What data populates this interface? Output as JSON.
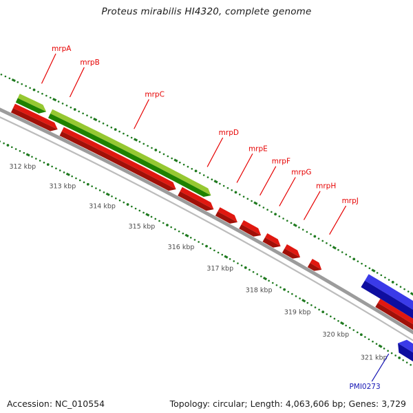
{
  "title": "Proteus mirabilis HI4320, complete genome",
  "status_bar": {
    "accession": "Accession: NC_010554",
    "summary": "Topology: circular; Length: 4,063,606 bp; Genes: 3,729"
  },
  "colors": {
    "background": "#ffffff",
    "gene_label": "#e60000",
    "locus_label": "#1414b4",
    "scale_label": "#4d4d4d",
    "tick": "#1f7a1f",
    "backbone": "#9c9c9c",
    "backbone_inner": "#bcbcbc",
    "green_top": "#96c832",
    "green_bottom": "#1e8200",
    "red_top": "#e01810",
    "red_bottom": "#a01008",
    "blue_top": "#3a3ae8",
    "blue_bottom": "#0e0ea0"
  },
  "chart_data": {
    "type": "genome-map-arc",
    "title": "Proteus mirabilis HI4320, complete genome",
    "accession": "NC_010554",
    "topology": "circular",
    "length_bp": "4,063,606",
    "gene_count": "3,729",
    "scale_unit": "kbp",
    "visible_range_kbp": [
      310.5,
      322.8
    ],
    "scale_ticks": [
      {
        "t": 312,
        "label": "312 kbp"
      },
      {
        "t": 313,
        "label": "313 kbp"
      },
      {
        "t": 314,
        "label": "314 kbp"
      },
      {
        "t": 315,
        "label": "315 kbp"
      },
      {
        "t": 316,
        "label": "316 kbp"
      },
      {
        "t": 317,
        "label": "317 kbp"
      },
      {
        "t": 318,
        "label": "318 kbp"
      },
      {
        "t": 319,
        "label": "319 kbp"
      },
      {
        "t": 320,
        "label": "320 kbp"
      },
      {
        "t": 321,
        "label": "321 kbp"
      }
    ],
    "features": [
      {
        "id": "green-1",
        "track": "green",
        "start": 311.25,
        "end": 311.95,
        "arrow": true,
        "dir": 1
      },
      {
        "id": "green-2",
        "track": "green",
        "start": 312.05,
        "end": 316.05,
        "arrow": true,
        "dir": 1
      },
      {
        "id": "red-1",
        "track": "red",
        "start": 311.25,
        "end": 312.35,
        "arrow": true,
        "dir": 1
      },
      {
        "id": "red-2",
        "track": "red",
        "start": 312.45,
        "end": 315.3,
        "arrow": true,
        "dir": 1
      },
      {
        "id": "red-3",
        "track": "red",
        "start": 315.4,
        "end": 316.25,
        "arrow": true,
        "dir": 1
      },
      {
        "id": "red-4",
        "track": "red",
        "start": 316.35,
        "end": 316.85,
        "arrow": true,
        "dir": 1
      },
      {
        "id": "red-5",
        "track": "red",
        "start": 316.95,
        "end": 317.45,
        "arrow": true,
        "dir": 1
      },
      {
        "id": "red-6",
        "track": "red",
        "start": 317.55,
        "end": 317.95,
        "arrow": true,
        "dir": 1
      },
      {
        "id": "red-7",
        "track": "red",
        "start": 318.05,
        "end": 318.45,
        "arrow": true,
        "dir": 1
      },
      {
        "id": "red-8",
        "track": "red",
        "start": 318.7,
        "end": 319.0,
        "arrow": true,
        "dir": 1
      },
      {
        "id": "red-9",
        "track": "red",
        "start": 320.45,
        "end": 322.9,
        "arrow": false,
        "dir": 1
      },
      {
        "id": "blue-1",
        "track": "blue_fwd",
        "start": 319.95,
        "end": 322.9,
        "arrow": false,
        "dir": 1
      },
      {
        "id": "blue-2",
        "track": "blue_rev",
        "start": 321.3,
        "end": 322.9,
        "arrow": true,
        "dir": -1
      }
    ],
    "labels": [
      {
        "text": "mrpA",
        "t": 311.59,
        "side": "outer",
        "color_key": "gene_label"
      },
      {
        "text": "mrpB",
        "t": 312.28,
        "side": "outer",
        "color_key": "gene_label"
      },
      {
        "text": "mrpC",
        "t": 313.86,
        "side": "outer",
        "color_key": "gene_label"
      },
      {
        "text": "mrpD",
        "t": 315.68,
        "side": "outer",
        "color_key": "gene_label"
      },
      {
        "text": "mrpE",
        "t": 316.42,
        "side": "outer",
        "color_key": "gene_label"
      },
      {
        "text": "mrpF",
        "t": 317.0,
        "side": "outer",
        "color_key": "gene_label"
      },
      {
        "text": "mrpG",
        "t": 317.49,
        "side": "outer",
        "color_key": "gene_label"
      },
      {
        "text": "mrpH",
        "t": 318.11,
        "side": "outer",
        "color_key": "gene_label"
      },
      {
        "text": "mrpJ",
        "t": 318.76,
        "side": "outer",
        "color_key": "gene_label"
      },
      {
        "text": "PMI0273",
        "t": 321.25,
        "side": "inner",
        "color_key": "locus_label"
      }
    ]
  }
}
